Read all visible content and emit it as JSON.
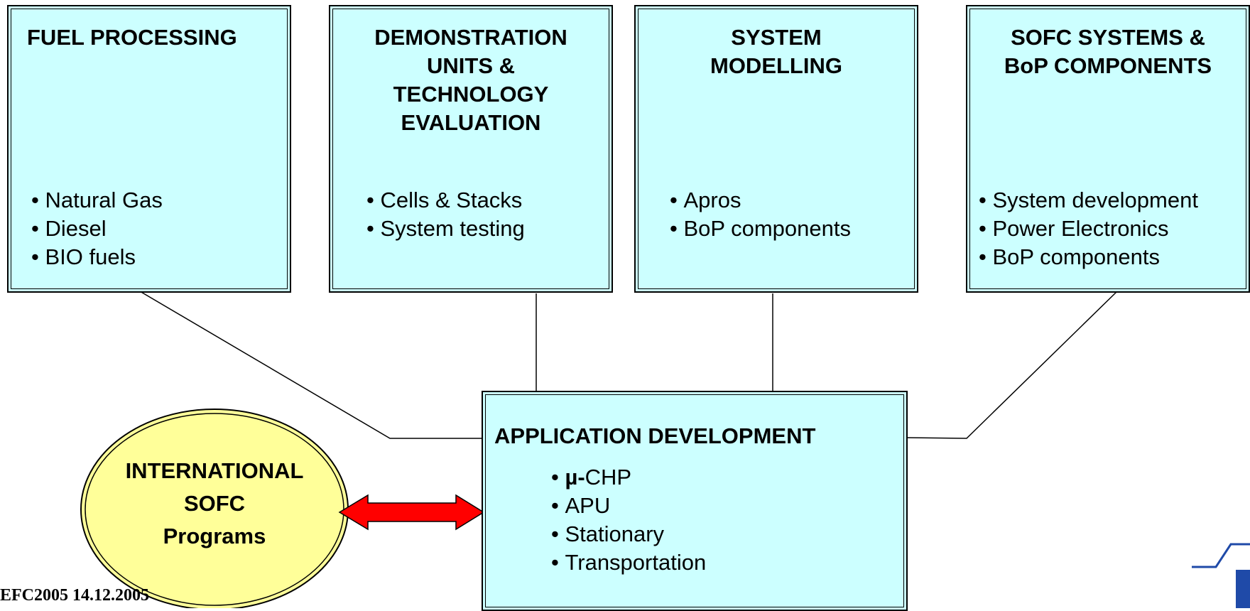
{
  "boxes": {
    "fuel": {
      "title": "FUEL PROCESSING",
      "bullets": [
        "Natural Gas",
        "Diesel",
        "BIO fuels"
      ]
    },
    "demo": {
      "title": "DEMONSTRATION\nUNITS &\nTECHNOLOGY\nEVALUATION",
      "bullets": [
        "Cells  & Stacks",
        "System testing"
      ]
    },
    "modelling": {
      "title": "SYSTEM\nMODELLING",
      "bullets": [
        "Apros",
        "BoP components"
      ]
    },
    "sofc": {
      "title": "SOFC SYSTEMS &\nBoP COMPONENTS",
      "bullets": [
        "System development",
        "Power Electronics",
        "BoP components"
      ]
    },
    "application": {
      "title": "APPLICATION DEVELOPMENT",
      "bullets_first_bold": "µ-",
      "bullets_first_rest": "CHP",
      "bullets": [
        "APU",
        "Stationary",
        "Transportation"
      ]
    }
  },
  "ellipse": {
    "label": "INTERNATIONAL\nSOFC\nPrograms"
  },
  "footer": "EFC2005 14.12.2005",
  "colors": {
    "box_fill": "#ccffff",
    "ellipse_fill": "#ffff99",
    "arrow_fill": "#ff0000",
    "logo_blue": "#1f4aa8"
  }
}
